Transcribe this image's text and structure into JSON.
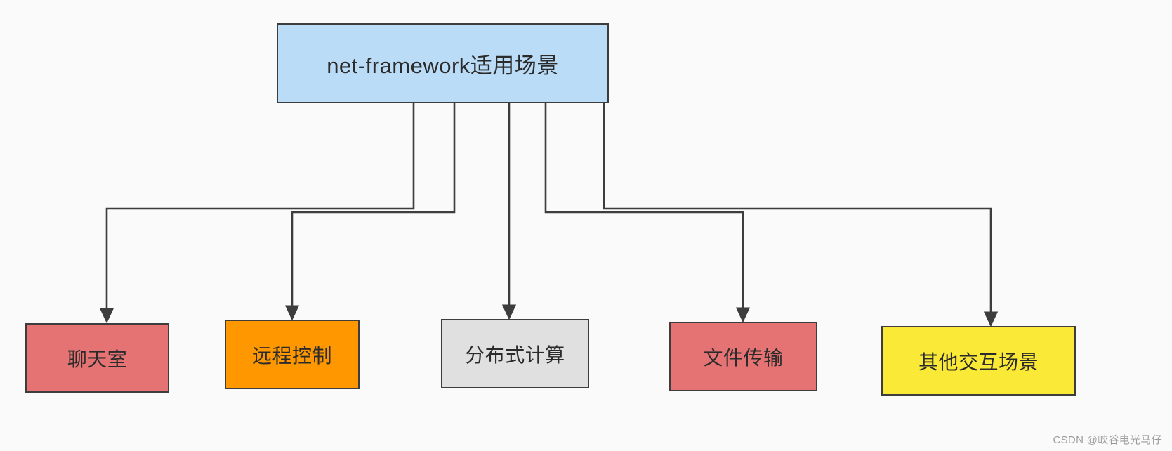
{
  "diagram": {
    "type": "flowchart",
    "title_node": {
      "id": "root",
      "label": "net-framework适用场景",
      "fill": "#bbdcf7",
      "stroke": "#3d3d3d"
    },
    "leaves": [
      {
        "id": "leaf-0",
        "label": "聊天室",
        "fill": "#e57373",
        "stroke": "#3d3d3d"
      },
      {
        "id": "leaf-1",
        "label": "远程控制",
        "fill": "#ff9800",
        "stroke": "#3d3d3d"
      },
      {
        "id": "leaf-2",
        "label": "分布式计算",
        "fill": "#e0e0e0",
        "stroke": "#3d3d3d"
      },
      {
        "id": "leaf-3",
        "label": "文件传输",
        "fill": "#e57373",
        "stroke": "#3d3d3d"
      },
      {
        "id": "leaf-4",
        "label": "其他交互场景",
        "fill": "#fae937",
        "stroke": "#3d3d3d"
      }
    ],
    "edge_color": "#3d3d3d",
    "background": "#fafafa"
  },
  "watermark": {
    "text": "CSDN @峡谷电光马仔",
    "color": "#9b9b9b"
  }
}
